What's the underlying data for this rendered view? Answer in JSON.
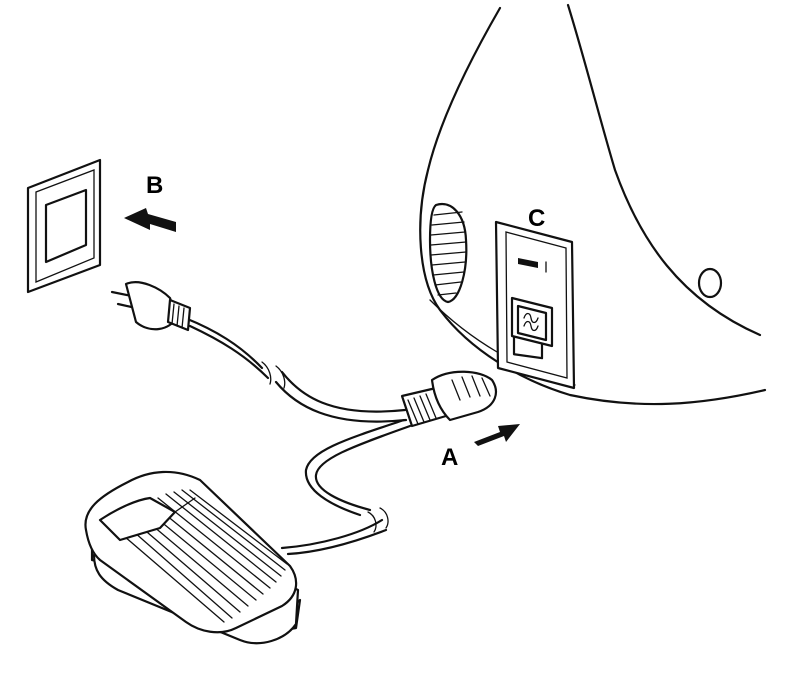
{
  "labels": {
    "a": "A",
    "b": "B",
    "c": "C"
  },
  "colors": {
    "line": "#111111",
    "background": "#ffffff"
  },
  "icons": {
    "arrow_a": "arrow-right-icon",
    "arrow_b": "arrow-left-icon"
  }
}
